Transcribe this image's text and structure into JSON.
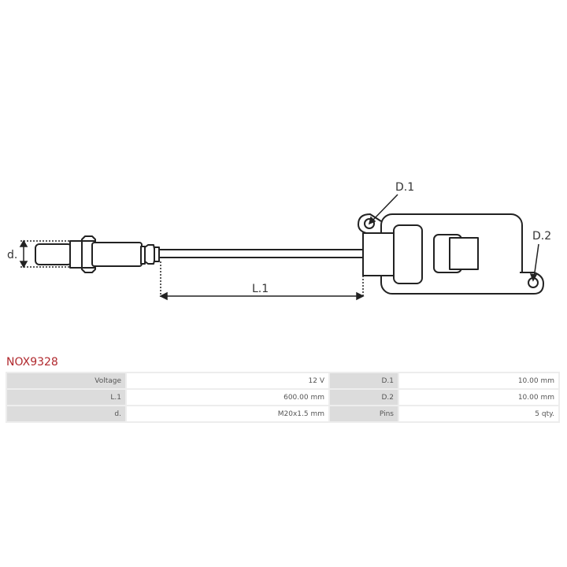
{
  "diagram": {
    "labels": {
      "d": "d.",
      "l1": "L.1",
      "d1": "D.1",
      "d2": "D.2"
    },
    "line_color": "#222222"
  },
  "part_number": "NOX9328",
  "accent_color": "#b0282d",
  "specs": {
    "rows": [
      {
        "label1": "Voltage",
        "value1": "12 V",
        "label2": "D.1",
        "value2": "10.00 mm"
      },
      {
        "label1": "L.1",
        "value1": "600.00 mm",
        "label2": "D.2",
        "value2": "10.00 mm"
      },
      {
        "label1": "d.",
        "value1": "M20x1.5 mm",
        "label2": "Pins",
        "value2": "5 qty."
      }
    ]
  }
}
